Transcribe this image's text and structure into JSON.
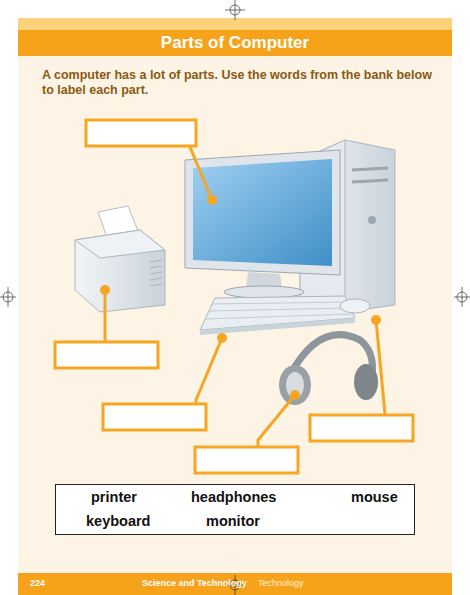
{
  "diagram": {
    "title": "Parts of Computer",
    "nodes": [
      {
        "text": [
          "printer",
          "headphones",
          "mouse",
          "keyboard",
          "monitor"
        ]
      }
    ],
    "labels": [
      "A computer has a lot of parts. Use the words from the bank below to label each part.",
      "224",
      "Science and Technology",
      "Technology"
    ]
  }
}
